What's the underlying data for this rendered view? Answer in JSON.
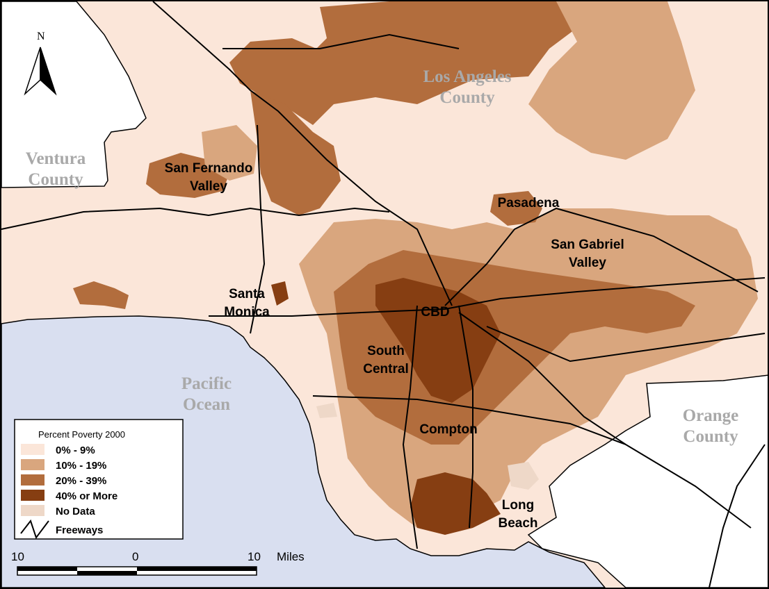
{
  "colors": {
    "ocean": "#d9dff0",
    "poverty_0_9": "#fbe6d9",
    "poverty_10_19": "#d9a67e",
    "poverty_20_39": "#b26d3d",
    "poverty_40_plus": "#863e12",
    "no_data": "#eed8c8",
    "freeway": "#000000",
    "region_label": "#a9a9a9"
  },
  "north_arrow": {
    "label": "N",
    "icon": "north-arrow-icon"
  },
  "regions": {
    "los_angeles_1": "Los Angeles",
    "los_angeles_2": "County",
    "ventura_1": "Ventura",
    "ventura_2": "County",
    "pacific_1": "Pacific",
    "pacific_2": "Ocean",
    "orange_1": "Orange",
    "orange_2": "County"
  },
  "places": {
    "san_fernando_1": "San Fernando",
    "san_fernando_2": "Valley",
    "pasadena": "Pasadena",
    "san_gabriel_1": "San Gabriel",
    "san_gabriel_2": "Valley",
    "santa_monica_1": "Santa",
    "santa_monica_2": "Monica",
    "cbd": "CBD",
    "south_central_1": "South",
    "south_central_2": "Central",
    "compton": "Compton",
    "long_beach_1": "Long",
    "long_beach_2": "Beach"
  },
  "legend": {
    "title": "Percent Poverty 2000",
    "items": [
      {
        "label": "0% - 9%"
      },
      {
        "label": "10% - 19%"
      },
      {
        "label": "20% - 39%"
      },
      {
        "label": "40% or More"
      },
      {
        "label": "No Data"
      }
    ],
    "freeways_label": "Freeways"
  },
  "scale_bar": {
    "left": "10",
    "middle": "0",
    "right": "10",
    "unit": "Miles"
  }
}
